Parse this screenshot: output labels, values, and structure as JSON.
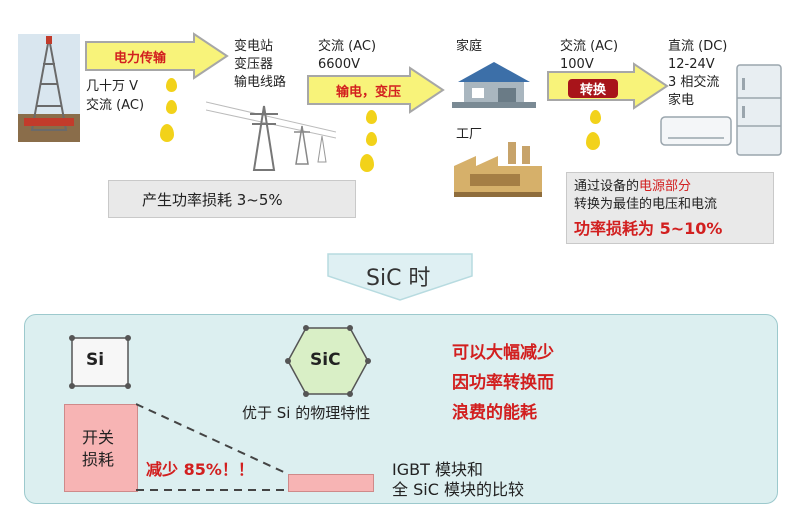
{
  "top": {
    "source": {
      "label1": "几十万 V",
      "label2": "交流 (AC)",
      "arrow_label": "电力传输"
    },
    "substation": {
      "line1": "变电站",
      "line2": "变压器",
      "line3": "输电线路"
    },
    "transmission": {
      "line1": "交流 (AC)",
      "line2": "6600V",
      "arrow_label": "输电，变压"
    },
    "home": {
      "label": "家庭"
    },
    "factory": {
      "label": "工厂"
    },
    "conversion": {
      "line1": "交流 (AC)",
      "line2": "100V",
      "button_label": "转换"
    },
    "appliance": {
      "line1": "直流 (DC)",
      "line2": "12-24V",
      "line3": "3 相交流",
      "line4": "家电"
    },
    "loss_box": {
      "text": "产生功率损耗 3~5%"
    },
    "conv_box": {
      "line1_prefix": "通过设备的",
      "line1_highlight": "电源部分",
      "line2": "转换为最佳的电压和电流",
      "line3": "功率损耗为 5~10%"
    }
  },
  "middle": {
    "label": "SiC 时"
  },
  "bottom": {
    "si_label": "Si",
    "sic_label": "SiC",
    "sic_caption": "优于 Si 的物理特性",
    "benefit": {
      "line1": "可以大幅减少",
      "line2": "因功率转换而",
      "line3": "浪费的能耗"
    },
    "switching_loss": {
      "line1": "开关",
      "line2": "损耗"
    },
    "reduction": "减少 85%！！",
    "comparison": {
      "line1": "IGBT 模块和",
      "line2": "全 SiC 模块的比较"
    }
  },
  "colors": {
    "arrow_fill": "#f8f37a",
    "arrow_stroke": "#a7a7a7",
    "accent_red": "#d21f1f",
    "panel_bg": "#dceff0",
    "drop": "#f2d21a",
    "hex_fill": "#d9efc6",
    "loss_bar": "#f7b4b4"
  }
}
